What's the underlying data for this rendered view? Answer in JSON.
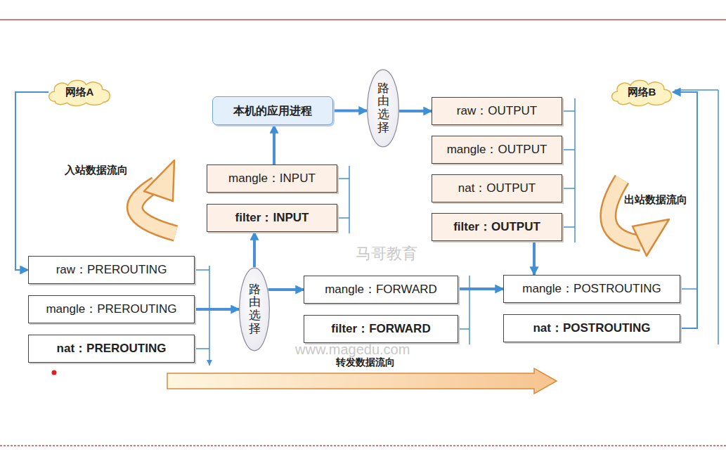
{
  "diagram": {
    "nodes": [
      {
        "text": [
          "网络A"
        ]
      },
      {
        "text": [
          "本机的应用进程"
        ]
      },
      {
        "text": [
          "路由选择"
        ]
      },
      {
        "text": [
          "raw：OUTPUT"
        ]
      },
      {
        "text": [
          "mangle：OUTPUT"
        ]
      },
      {
        "text": [
          "nat：OUTPUT"
        ]
      },
      {
        "text": [
          "filter：OUTPUT"
        ]
      },
      {
        "text": [
          "网络B"
        ]
      },
      {
        "text": [
          "mangle：INPUT"
        ]
      },
      {
        "text": [
          "filter：INPUT"
        ]
      },
      {
        "text": [
          "raw：PREROUTING"
        ]
      },
      {
        "text": [
          "mangle：PREROUTING"
        ]
      },
      {
        "text": [
          "nat：PREROUTING"
        ]
      },
      {
        "text": [
          "路由选择"
        ]
      },
      {
        "text": [
          "mangle：FORWARD"
        ]
      },
      {
        "text": [
          "filter：FORWARD"
        ]
      },
      {
        "text": [
          "mangle：POSTROUTING"
        ]
      },
      {
        "text": [
          "nat：POSTROUTING"
        ]
      }
    ],
    "edges": [
      {
        "from": 0,
        "to": 10,
        "arrow": "to"
      },
      {
        "from": 11,
        "to": 13,
        "arrow": "to"
      },
      {
        "from": 13,
        "to": 9,
        "arrow": "to"
      },
      {
        "from": 8,
        "to": 1,
        "arrow": "to"
      },
      {
        "from": 13,
        "to": 14,
        "arrow": "to"
      },
      {
        "from": 1,
        "to": 2,
        "arrow": "to"
      },
      {
        "from": 2,
        "to": 3,
        "arrow": "to"
      },
      {
        "from": 6,
        "to": 16,
        "arrow": "to"
      },
      {
        "from": 14,
        "to": 16,
        "arrow": "to"
      },
      {
        "from": 17,
        "to": 7,
        "arrow": "to"
      }
    ],
    "labels": [
      "入站数据流向",
      "出站数据流向",
      "转发数据流向",
      "马哥教育",
      "www.magedu.com"
    ]
  }
}
